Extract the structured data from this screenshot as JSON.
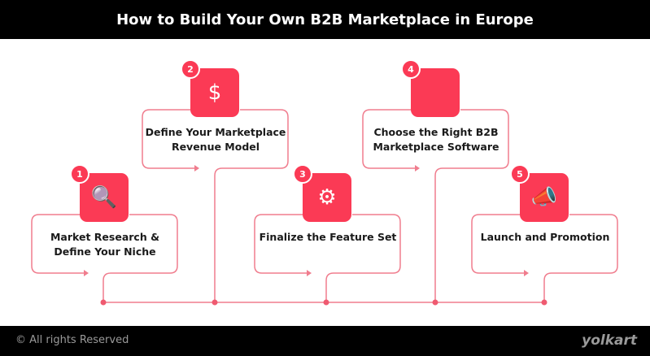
{
  "title": "How to Build Your Own B2B Marketplace in Europe",
  "steps": [
    {
      "number": "1",
      "label": "Market Research & Define Your Niche",
      "icon": "research-magnifier-icon"
    },
    {
      "number": "2",
      "label": "Define Your Marketplace Revenue Model",
      "icon": "revenue-hand-icon"
    },
    {
      "number": "3",
      "label": "Finalize the Feature Set",
      "icon": "feature-gear-hand-icon"
    },
    {
      "number": "4",
      "label": "Choose the Right B2B Marketplace Software",
      "icon": "software-monitor-icon"
    },
    {
      "number": "5",
      "label": "Launch and Promotion",
      "icon": "megaphone-icon"
    }
  ],
  "footer": {
    "copyright": "All rights Reserved",
    "brand": "yolkart"
  },
  "colors": {
    "accent": "#fb3a55",
    "line": "#f07d8e",
    "header": "#000000"
  }
}
